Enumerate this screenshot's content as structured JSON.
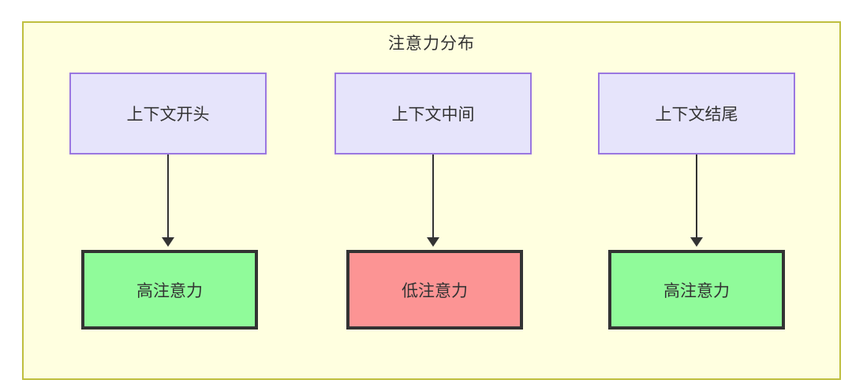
{
  "diagram": {
    "title": "注意力分布",
    "colors": {
      "container_bg": "#ffffe0",
      "container_border": "#bfbf3f",
      "context_bg": "#e6e4fb",
      "context_border": "#9a77e0",
      "high_attention_bg": "#90fb9a",
      "low_attention_bg": "#fc9494",
      "node_border": "#333333",
      "edge": "#333333",
      "text": "#333333"
    },
    "columns": [
      {
        "source": "上下文开头",
        "target": "高注意力",
        "target_level": "high"
      },
      {
        "source": "上下文中间",
        "target": "低注意力",
        "target_level": "low"
      },
      {
        "source": "上下文结尾",
        "target": "高注意力",
        "target_level": "high"
      }
    ]
  }
}
